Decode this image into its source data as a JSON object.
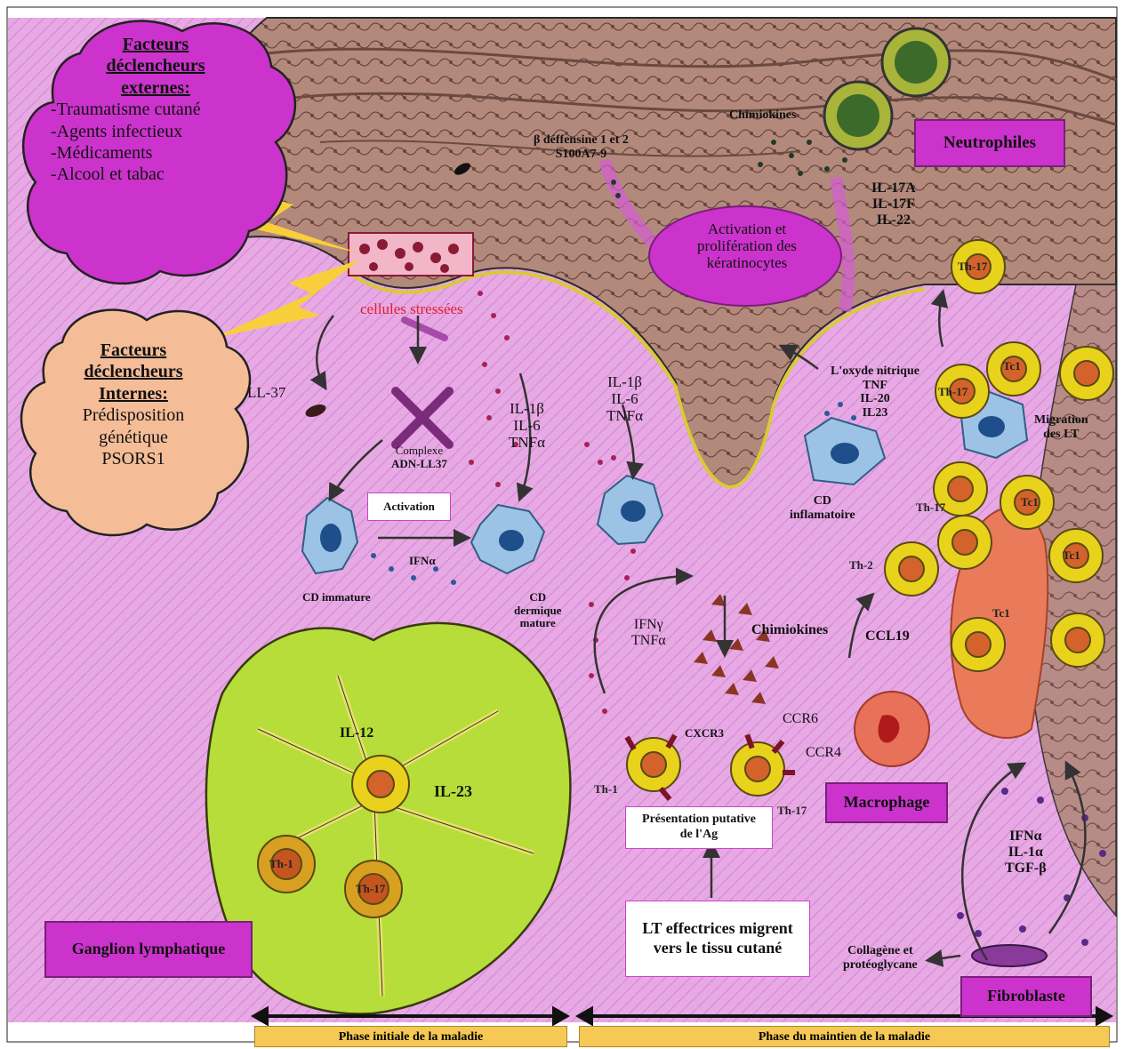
{
  "external_triggers": {
    "title": [
      "Facteurs",
      "déclencheurs",
      "externes:"
    ],
    "items": [
      "-Traumatisme cutané",
      "-Agents infectieux",
      "-Médicaments",
      "-Alcool et tabac"
    ]
  },
  "internal_triggers": {
    "title": [
      "Facteurs",
      "déclencheurs",
      "Internes:"
    ],
    "items": [
      "Prédisposition",
      "génétique",
      "PSORS1"
    ]
  },
  "labels": {
    "ll37": "LL-37",
    "stressed_cells": "cellules stressées",
    "complex": [
      "Complexe",
      "ADN-LL37"
    ],
    "activation": "Activation",
    "ifn_alpha": "IFNα",
    "cd_immature": "CD immature",
    "cytokines_left": [
      "IL-1β",
      "IL-6",
      "TNFα"
    ],
    "cd_mature": [
      "CD",
      "dermique",
      "mature"
    ],
    "defensin": [
      "β déffensine 1 et 2",
      "S100A7-9"
    ],
    "chemokines_top": "Chimiokines",
    "neutrophils": "Neutrophiles",
    "il17_group": [
      "IL-17A",
      "IL-17F",
      "IL-22"
    ],
    "keratinocytes": [
      "Activation et",
      "prolifération des",
      "kératinocytes"
    ],
    "cytokines_mid": [
      "IL-1β",
      "IL-6",
      "TNFα"
    ],
    "nitric_group": [
      "L'oxyde nitrique",
      "TNF",
      "IL-20",
      "IL23"
    ],
    "cd_inflam": [
      "CD",
      "inflamatoire"
    ],
    "ifng_group": [
      "IFNγ",
      "TNFα"
    ],
    "chemokines_mid": "Chimiokines",
    "cxcr3": "CXCR3",
    "ccr6": "CCR6",
    "ccr4": "CCR4",
    "presentation": [
      "Présentation putative",
      "de l'Ag"
    ],
    "macrophage": "Macrophage",
    "ccl19": "CCL19",
    "migration": [
      "Migration",
      "des LT"
    ],
    "lt_migrate": [
      "LT effectrices migrent",
      "vers le tissu cutané"
    ],
    "ifn_group": [
      "IFNα",
      "IL-1α",
      "TGF-β"
    ],
    "collagen": [
      "Collagène et",
      "protéoglycane"
    ],
    "fibroblast": "Fibroblaste",
    "lymph_node": "Ganglion lymphatique",
    "il12": "IL-12",
    "il23": "IL-23",
    "phase_initial": "Phase initiale de la maladie",
    "phase_maintain": "Phase du maintien de la maladie"
  },
  "cells": {
    "th17_top": "Th-17",
    "th17_a": "Th-17",
    "tc1_a": "Tc1",
    "th17_b": "Th-17",
    "tc1_b": "Tc1",
    "tc1_c": "Tc1",
    "tc1_d": "Tc1",
    "th2": "Th-2",
    "th1_mid": "Th-1",
    "th17_mid": "Th-17",
    "th1_ln": "Th-1",
    "th17_ln": "Th-17"
  },
  "colors": {
    "dermis": "#eab0e8",
    "epidermis": "#b89083",
    "label_box": "#cc33cc",
    "t_cell": "#e8d21c",
    "node": "#b6dd3a",
    "phase_bar": "#f6c955",
    "internal_cloud": "#f4bc97"
  }
}
